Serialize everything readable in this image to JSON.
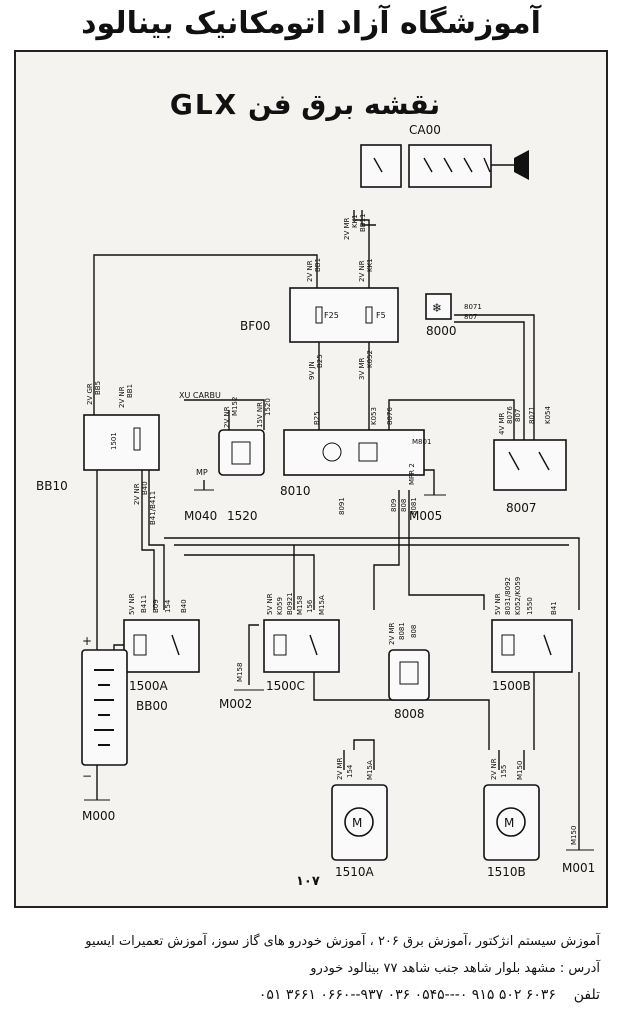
{
  "header": {
    "title": "آموزشگاه آزاد اتومکانیک بینالود"
  },
  "diagram": {
    "title": "نقشه برق فن GLX",
    "page_number": "۱۰۷",
    "components": {
      "ca00": "CA00",
      "bf00": "BF00",
      "c8000": "8000",
      "bb10": "BB10",
      "m040": "M040",
      "c1520": "1520",
      "c8010": "8010",
      "m005": "M005",
      "c8007": "8007",
      "c1500a": "1500A",
      "m002": "M002",
      "c1500c": "1500C",
      "c8008": "8008",
      "c1500b": "1500B",
      "bb00": "BB00",
      "m000": "M000",
      "c1510a": "1510A",
      "c1510b": "1510B",
      "m001": "M001"
    },
    "labels": {
      "fuse_f25": "F25",
      "fuse_f5": "F5",
      "xu_carbu": "XU CARBU",
      "mp": "MP",
      "mpr": "MPR 2",
      "m801": "M801",
      "plus": "+",
      "minus": "−",
      "f1501": "1501",
      "w_2vmr": "2V MR",
      "w_kk1": "KK1",
      "w_bb11": "BB11",
      "w_2vnr_bb1": "2V NR",
      "w_bb1": "BB1",
      "w_2vnr_kk1": "2V NR",
      "w_kk1b": "KK1",
      "w_9vjn": "9V JN",
      "w_b25": "B25",
      "w_3vmr": "3V MR",
      "w_k052": "K052",
      "w_8071": "8071",
      "w_807": "807",
      "w_2vgr": "2V GR",
      "w_bb5": "BB5",
      "w_2vnr_b": "2V NR",
      "w_bb1b": "BB1",
      "w_2vnr_m152": "2V NR",
      "w_m152": "M152",
      "w_15vnr": "15V NR",
      "w_1520": "1520",
      "w_b25b": "B25",
      "w_k053": "K053",
      "w_8076": "8076",
      "w_4vmr": "4V MR",
      "w_8076b": "8076",
      "w_807b": "807",
      "w_8071b": "8071",
      "w_k054": "K054",
      "w_2vnr_b40": "2V NR",
      "w_b40": "B40",
      "w_b41": "B41/B411",
      "w_8091": "8091",
      "w_809": "809",
      "w_808": "808",
      "w_8081": "8081",
      "w_5vnr_a": "5V NR",
      "w_b411": "B411",
      "w_b09": "B09",
      "w_154": "154",
      "w_b40b": "B40",
      "w_m158": "M158",
      "w_5vnr_c": "5V NR",
      "w_k059": "K059",
      "w_b0921": "B0921",
      "w_m158b": "M158",
      "w_156": "156",
      "w_m15a": "M15A",
      "w_2vmr_8": "2V MR",
      "w_8081b": "8081",
      "w_8082": "808",
      "w_5vnr_b": "5V NR",
      "w_8031": "8031/8092",
      "w_k052b": "K052/K059",
      "w_1550": "1550",
      "w_b41b": "B41",
      "w_2vmr_a": "2V MR",
      "w_154b": "154",
      "w_m15ab": "M15A",
      "w_2vnr_b2": "2V NR",
      "w_155": "155",
      "w_m150": "M150",
      "w_m150b": "M150"
    }
  },
  "footer": {
    "line1": "آموزش سیستم انژکتور ،آموزش برق ۲۰۶ ، آموزش خودرو های گاز سوز، آموزش تعمیرات ایسیو",
    "line2": "آدرس : مشهد بلوار شاهد جنب شاهد ۷۷ بینالود خودرو",
    "phone_label": "تلفن",
    "phone_numbers": "۶۰۳۶ ۵۰۲ ۹۱۵ ۰---۰۵۴۵ ۰۳۶ ۹۳۷--۰۶۶۰ ۳۶۶۱ ۰۵۱"
  }
}
